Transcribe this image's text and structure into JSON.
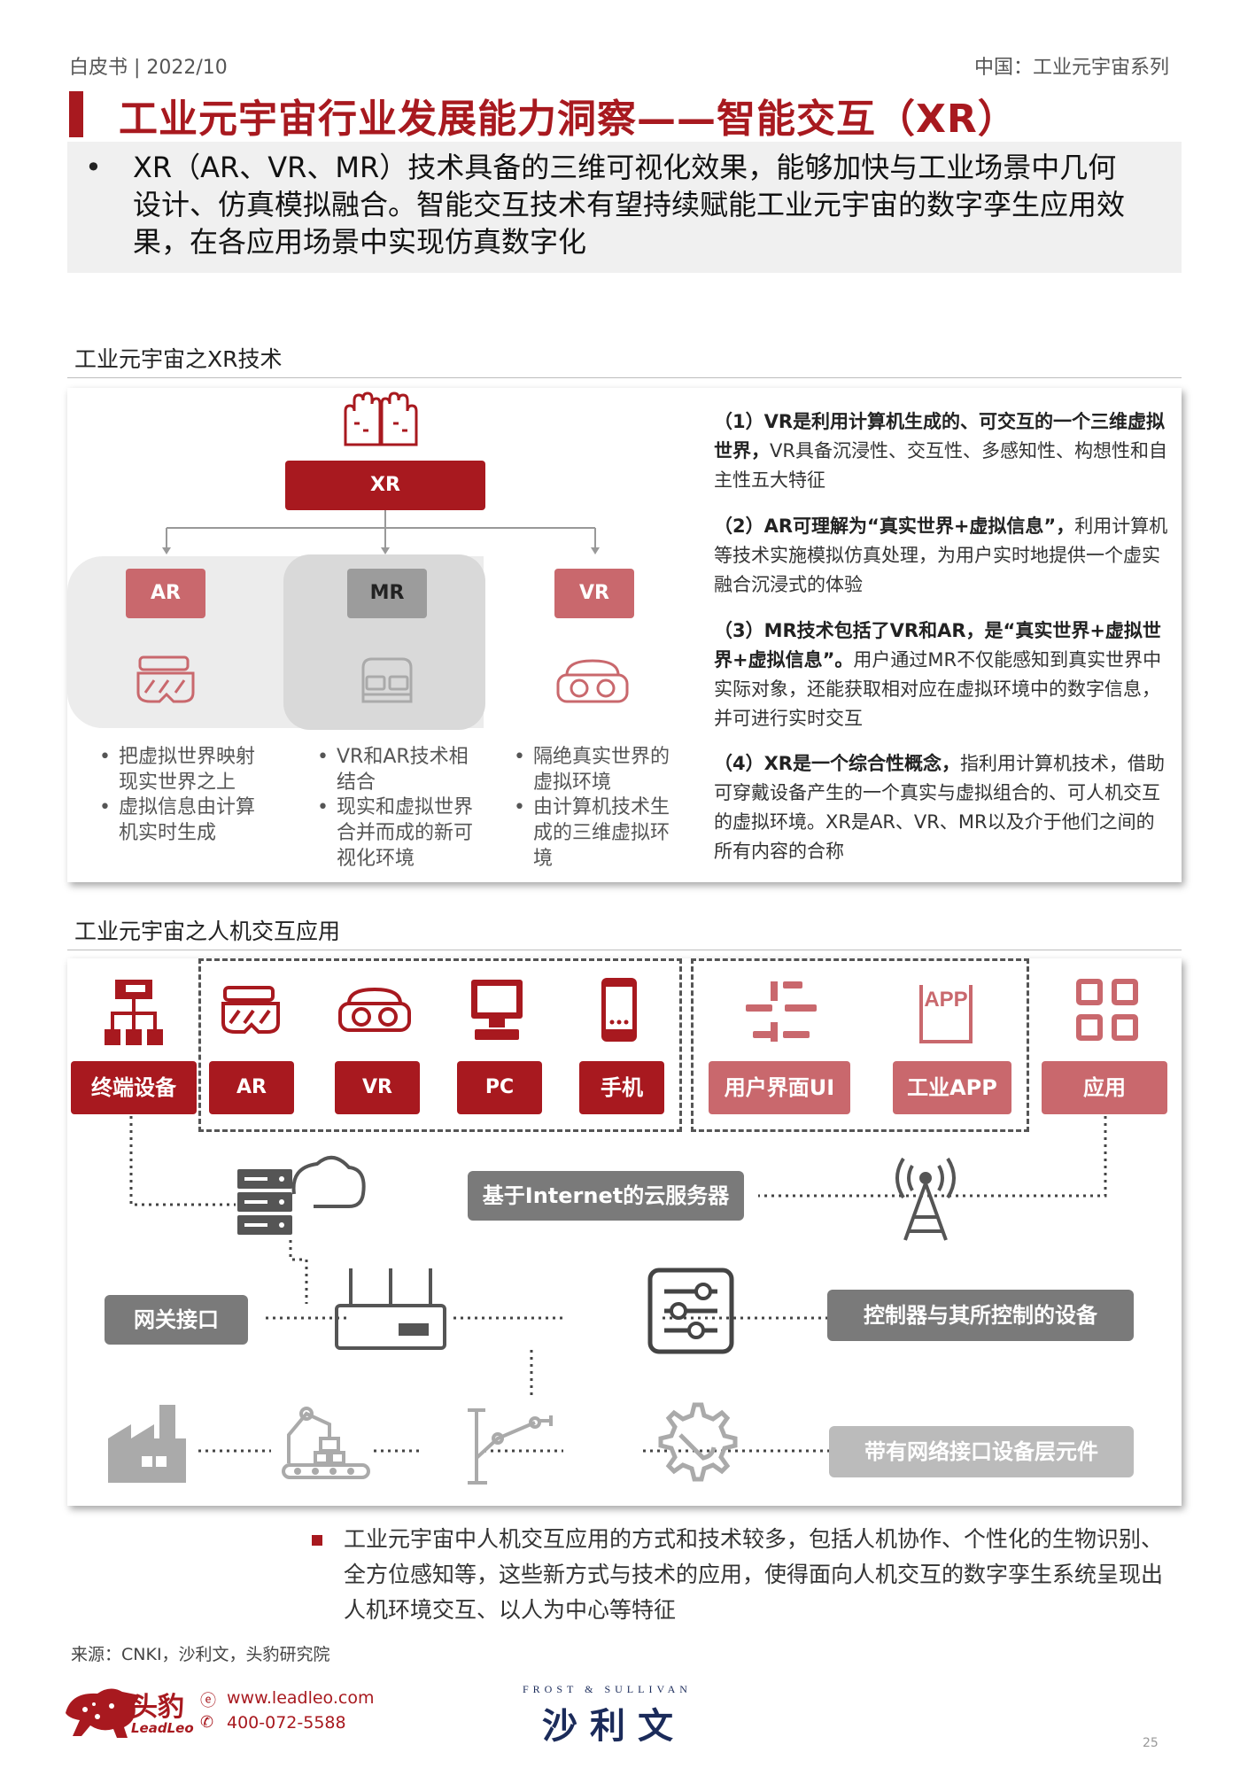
{
  "header": {
    "left": "白皮书 | 2022/10",
    "right": "中国：工业元宇宙系列"
  },
  "title": "工业元宇宙行业发展能力洞察——智能交互（XR）",
  "intro": "XR（AR、VR、MR）技术具备的三维可视化效果，能够加快与工业场景中几何设计、仿真模拟融合。智能交互技术有望持续赋能工业元宇宙的数字孪生应用效果，在各应用场景中实现仿真数字化",
  "section1": {
    "title": "工业元宇宙之XR技术",
    "xr": "XR",
    "ar": "AR",
    "mr": "MR",
    "vr": "VR",
    "ar_b1": "把虚拟世界映射现实世界之上",
    "ar_b2": "虚拟信息由计算机实时生成",
    "mr_b1": "VR和AR技术相结合",
    "mr_b2": "现实和虚拟世界合并而成的新可视化环境",
    "vr_b1": "隔绝真实世界的虚拟环境",
    "vr_b2": "由计算机技术生成的三维虚拟环境",
    "d1_bold": "（1）VR是利用计算机生成的、可交互的一个三维虚拟世界，",
    "d1_rest": "VR具备沉浸性、交互性、多感知性、构想性和自主性五大特征",
    "d2_bold": "（2）AR可理解为“真实世界+虚拟信息”，",
    "d2_rest": "利用计算机等技术实施模拟仿真处理，为用户实时地提供一个虚实融合沉浸式的体验",
    "d3_bold": "（3）MR技术包括了VR和AR，是“真实世界+虚拟世界+虚拟信息”。",
    "d3_rest": "用户通过MR不仅能感知到真实世界中实际对象，还能获取相对应在虚拟环境中的数字信息，并可进行实时交互",
    "d4_bold": "（4）XR是一个综合性概念，",
    "d4_rest": "指利用计算机技术，借助可穿戴设备产生的一个真实与虚拟组合的、可人机交互的虚拟环境。XR是AR、VR、MR以及介于他们之间的所有内容的合称"
  },
  "section2": {
    "title": "工业元宇宙之人机交互应用",
    "terminal": "终端设备",
    "ar": "AR",
    "vr": "VR",
    "pc": "PC",
    "phone": "手机",
    "ui": "用户界面UI",
    "app": "工业APP",
    "apply": "应用",
    "cloud": "基于Internet的云服务器",
    "gateway": "网关接口",
    "controller": "控制器与其所控制的设备",
    "network": "带有网络接口设备层元件",
    "app_icon_text": "APP"
  },
  "note": "工业元宇宙中人机交互应用的方式和技术较多，包括人机协作、个性化的生物识别、全方位感知等，这些新方式与技术的应用，使得面向人机交互的数字孪生系统呈现出人机环境交互、以人为中心等特征",
  "source": "来源：CNKI，沙利文，头豹研究院",
  "footer": {
    "logo_cn": "头豹",
    "logo_en": "LeadLeo",
    "web": "www.leadleo.com",
    "phone": "400-072-5588",
    "fs_top": "FROST & SULLIVAN",
    "fs_cn": "沙利文",
    "page": "25"
  },
  "colors": {
    "brand_red": "#a8191f",
    "light_red": "#c9686d",
    "grey": "#7a7a7a"
  }
}
